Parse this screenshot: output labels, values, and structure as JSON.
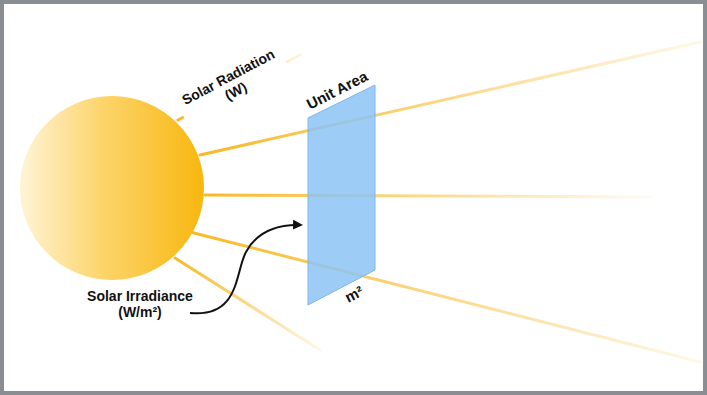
{
  "diagram": {
    "nodes": [
      {
        "text": [
          "Unit Area",
          "m²"
        ]
      }
    ],
    "labels": [
      "Solar Radiation (W)",
      "Solar Irradiance (W/m²)"
    ]
  }
}
